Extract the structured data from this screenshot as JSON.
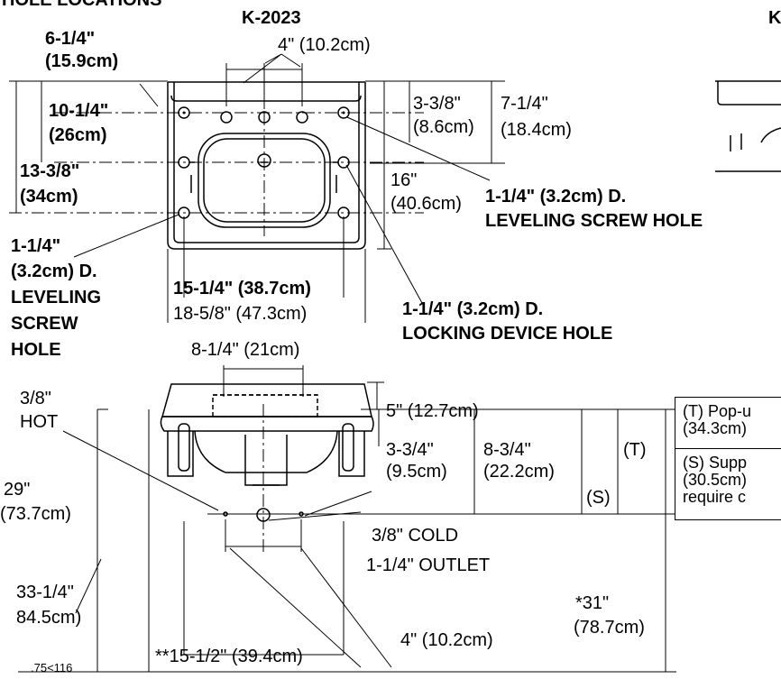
{
  "header": {
    "section_title": "HOLE LOCATIONS",
    "model_left": "K-2023",
    "model_right": "K"
  },
  "top_view": {
    "dim_4in": "4\" (10.2cm)",
    "dim_6_1_4": "6-1/4\"",
    "dim_15_9cm": "(15.9cm)",
    "dim_10_1_4": "10-1/4\"",
    "dim_26cm": "(26cm)",
    "dim_13_3_8": "13-3/8\"",
    "dim_34cm": "(34cm)",
    "dim_3_3_8": "3-3/8\"",
    "dim_8_6cm": "(8.6cm)",
    "dim_7_1_4": "7-1/4\"",
    "dim_18_4cm": "(18.4cm)",
    "dim_16": "16\"",
    "dim_40_6cm": "(40.6cm)",
    "leveling_label_right_1": "1-1/4\" (3.2cm) D.",
    "leveling_label_right_2": "LEVELING SCREW HOLE",
    "leveling_label_left": [
      "1-1/4\"",
      "(3.2cm) D.",
      "LEVELING",
      "SCREW",
      "HOLE"
    ],
    "dim_15_1_4": "15-1/4\" (38.7cm)",
    "dim_18_5_8": "18-5/8\" (47.3cm)",
    "locking_label_1": "1-1/4\" (3.2cm) D.",
    "locking_label_2": "LOCKING DEVICE HOLE"
  },
  "front_view": {
    "dim_8_1_4": "8-1/4\" (21cm)",
    "hot_1": "3/8\"",
    "hot_2": "HOT",
    "dim_5": "5\" (12.7cm)",
    "dim_3_3_4": "3-3/4\"",
    "dim_9_5cm": "(9.5cm)",
    "dim_8_3_4": "8-3/4\"",
    "dim_22_2cm": "(22.2cm)",
    "t_label": "(T)",
    "s_label": "(S)",
    "dim_29": "29\"",
    "dim_73_7cm": "(73.7cm)",
    "cold": "3/8\" COLD",
    "outlet": "1-1/4\" OUTLET",
    "dim_33_1_4": "33-1/4\"",
    "dim_84_5cm": "84.5cm)",
    "dim_31": "*31\"",
    "dim_78_7cm": "(78.7cm)",
    "dim_4in_bottom": "4\" (10.2cm)",
    "dim_15_1_2": "**15-1/2\" (39.4cm)",
    "ref_code": ".75<116"
  },
  "notes": {
    "t_note": "(T) Pop-u\n(34.3cm)",
    "s_note": "(S) Supp\n(30.5cm)\nrequire c"
  }
}
